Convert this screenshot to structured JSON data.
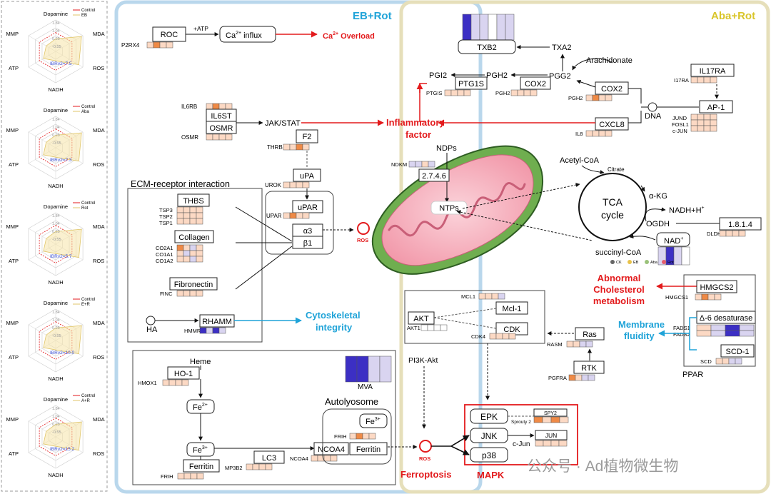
{
  "radar_panels": [
    {
      "legend": [
        "Control",
        "EB"
      ],
      "ibrv2": "IBRv2=7.5"
    },
    {
      "legend": [
        "Control",
        "Aba"
      ],
      "ibrv2": "IBRv2=7.3"
    },
    {
      "legend": [
        "Control",
        "Rot"
      ],
      "ibrv2": "IBRv2=5.7"
    },
    {
      "legend": [
        "Control",
        "E+R"
      ],
      "ibrv2": "IBRv2=10.0"
    },
    {
      "legend": [
        "Control",
        "A+R"
      ],
      "ibrv2": "IBRv2=15.2"
    }
  ],
  "radar_axes": [
    "Dopamine",
    "MDA",
    "ROS",
    "NADH",
    "ATP",
    "MMP"
  ],
  "radar_ticks": [
    "1.84",
    "1.04",
    "0.25",
    "-0.55"
  ],
  "regions": {
    "eb_rot": "EB+Rot",
    "aba_rot": "Aba+Rot"
  },
  "ca": {
    "gene": "P2RX4",
    "box": "ROC",
    "atp": "+ATP",
    "influx": "influx",
    "outcome": "Overload"
  },
  "inflam": {
    "genes": [
      "IL6RB",
      "OSMR"
    ],
    "boxes": [
      "IL6ST",
      "OSMR"
    ],
    "pathway": "JAK/STAT",
    "outcome": [
      "Inflammatory",
      "factor"
    ]
  },
  "coag": {
    "f2": "F2",
    "thrb": "THRB",
    "upa": "uPA",
    "urok": "UROK",
    "upar": "uPAR",
    "upar_gene": "UPAR",
    "a3": "α3",
    "b1": "β1",
    "ros": "ROS"
  },
  "ecm": {
    "title": "ECM-receptor interaction",
    "thbs": "THBS",
    "thbs_genes": [
      "TSP3",
      "TSP2",
      "TSP1"
    ],
    "collagen": "Collagen",
    "collagen_genes": [
      "CO2A1",
      "CO1A1",
      "CO1A2"
    ],
    "fibronectin": "Fibronectin",
    "finc": "FINC",
    "ha": "HA",
    "rhamm": "RHAMM",
    "hmmr": "HMMR",
    "outcome": [
      "Cytoskeletal",
      "integrity"
    ]
  },
  "ferro": {
    "heme": "Heme",
    "ho1": "HO-1",
    "hmox1": "HMOX1",
    "fe2": "Fe",
    "fe3": "Fe",
    "ferritin": "Ferritin",
    "frih": "FRIH",
    "lc3": "LC3",
    "mp3b2": "MP3B2",
    "ncoa4": "NCOA4",
    "ncoa4_gene": "NCOA4",
    "autolysosome": "Autolyosome",
    "ferritin2": "Ferritin",
    "frih2": "FRIH",
    "mva": "MVA",
    "pi3k": "PI3K-Akt",
    "ros": "ROS",
    "outcome": "Ferroptosis"
  },
  "mito": {
    "ndps": "NDPs",
    "enzyme": "2.7.4.6",
    "ndkm": "NDKM",
    "ntps": "NTPs"
  },
  "akt": {
    "akt": "AKT",
    "akt1": "AKT1",
    "mcl1": "Mcl-1",
    "mcl1_gene": "MCL1",
    "cdk": "CDK",
    "cdk4": "CDK4",
    "ras": "Ras",
    "rasm": "RASM",
    "rtk": "RTK",
    "pgfra": "PGFRA"
  },
  "mapk": {
    "epk": "EPK",
    "jnk": "JNK",
    "p38": "p38",
    "spy2": "SPY2",
    "sprouty": "Sprouty 2",
    "jun": "JUN",
    "cjun": "c-Jun",
    "title": "MAPK"
  },
  "ara": {
    "txb2": "TXB2",
    "txa2": "TXA2",
    "pgg2": "PGG2",
    "pgh2": "PGH2",
    "pgi2": "PGI2",
    "ptg1s": "PTG1S",
    "ptgis": "PTGIS",
    "cox2": "COX2",
    "pgh2_gene": "PGH2",
    "arachidonate": "Arachidonate",
    "cox2b": "COX2",
    "pgh2b": "PGH2",
    "cxcl8": "CXCL8",
    "il8": "IL8",
    "dna": "DNA",
    "il17ra": "IL17RA",
    "i17ra": "I17RA",
    "ap1": "AP-1",
    "ap1_genes": [
      "JUND",
      "FOSL1",
      "c-JUN"
    ]
  },
  "tca": {
    "acetyl": "Acetyl-CoA",
    "citrate": "Citrate",
    "title": [
      "TCA",
      "cycle"
    ],
    "akg": "α-KG",
    "nadh": "NADH+H",
    "ogdh": "OGDH",
    "ec": "1.8.1.4",
    "dldh": "DLDH",
    "nad": "NAD",
    "succinyl": "succinyl-CoA",
    "legend": [
      "CK",
      "EB",
      "Aba",
      "Rot"
    ]
  },
  "chol": {
    "outcome": [
      "Abnormal",
      "Cholesterol",
      "metabolism"
    ],
    "hmgcs2": "HMGCS2",
    "hmgcs1": "HMGCS1",
    "membrane": [
      "Membrane",
      "fluidity"
    ],
    "desat": "Δ-6 desaturase",
    "fads": [
      "FADS1",
      "FADS2"
    ],
    "scd1": "SCD-1",
    "scd": "SCD",
    "ppar": "PPAR"
  },
  "watermark": "公众号 · Ad植物微生物",
  "colors": {
    "eb_border": "#b9d7ec",
    "aba_border": "#e6dfba",
    "eb_label": "#1fa3d8",
    "aba_label": "#d9c52a",
    "red": "#e31a1c",
    "blue": "#1fa3d8"
  }
}
